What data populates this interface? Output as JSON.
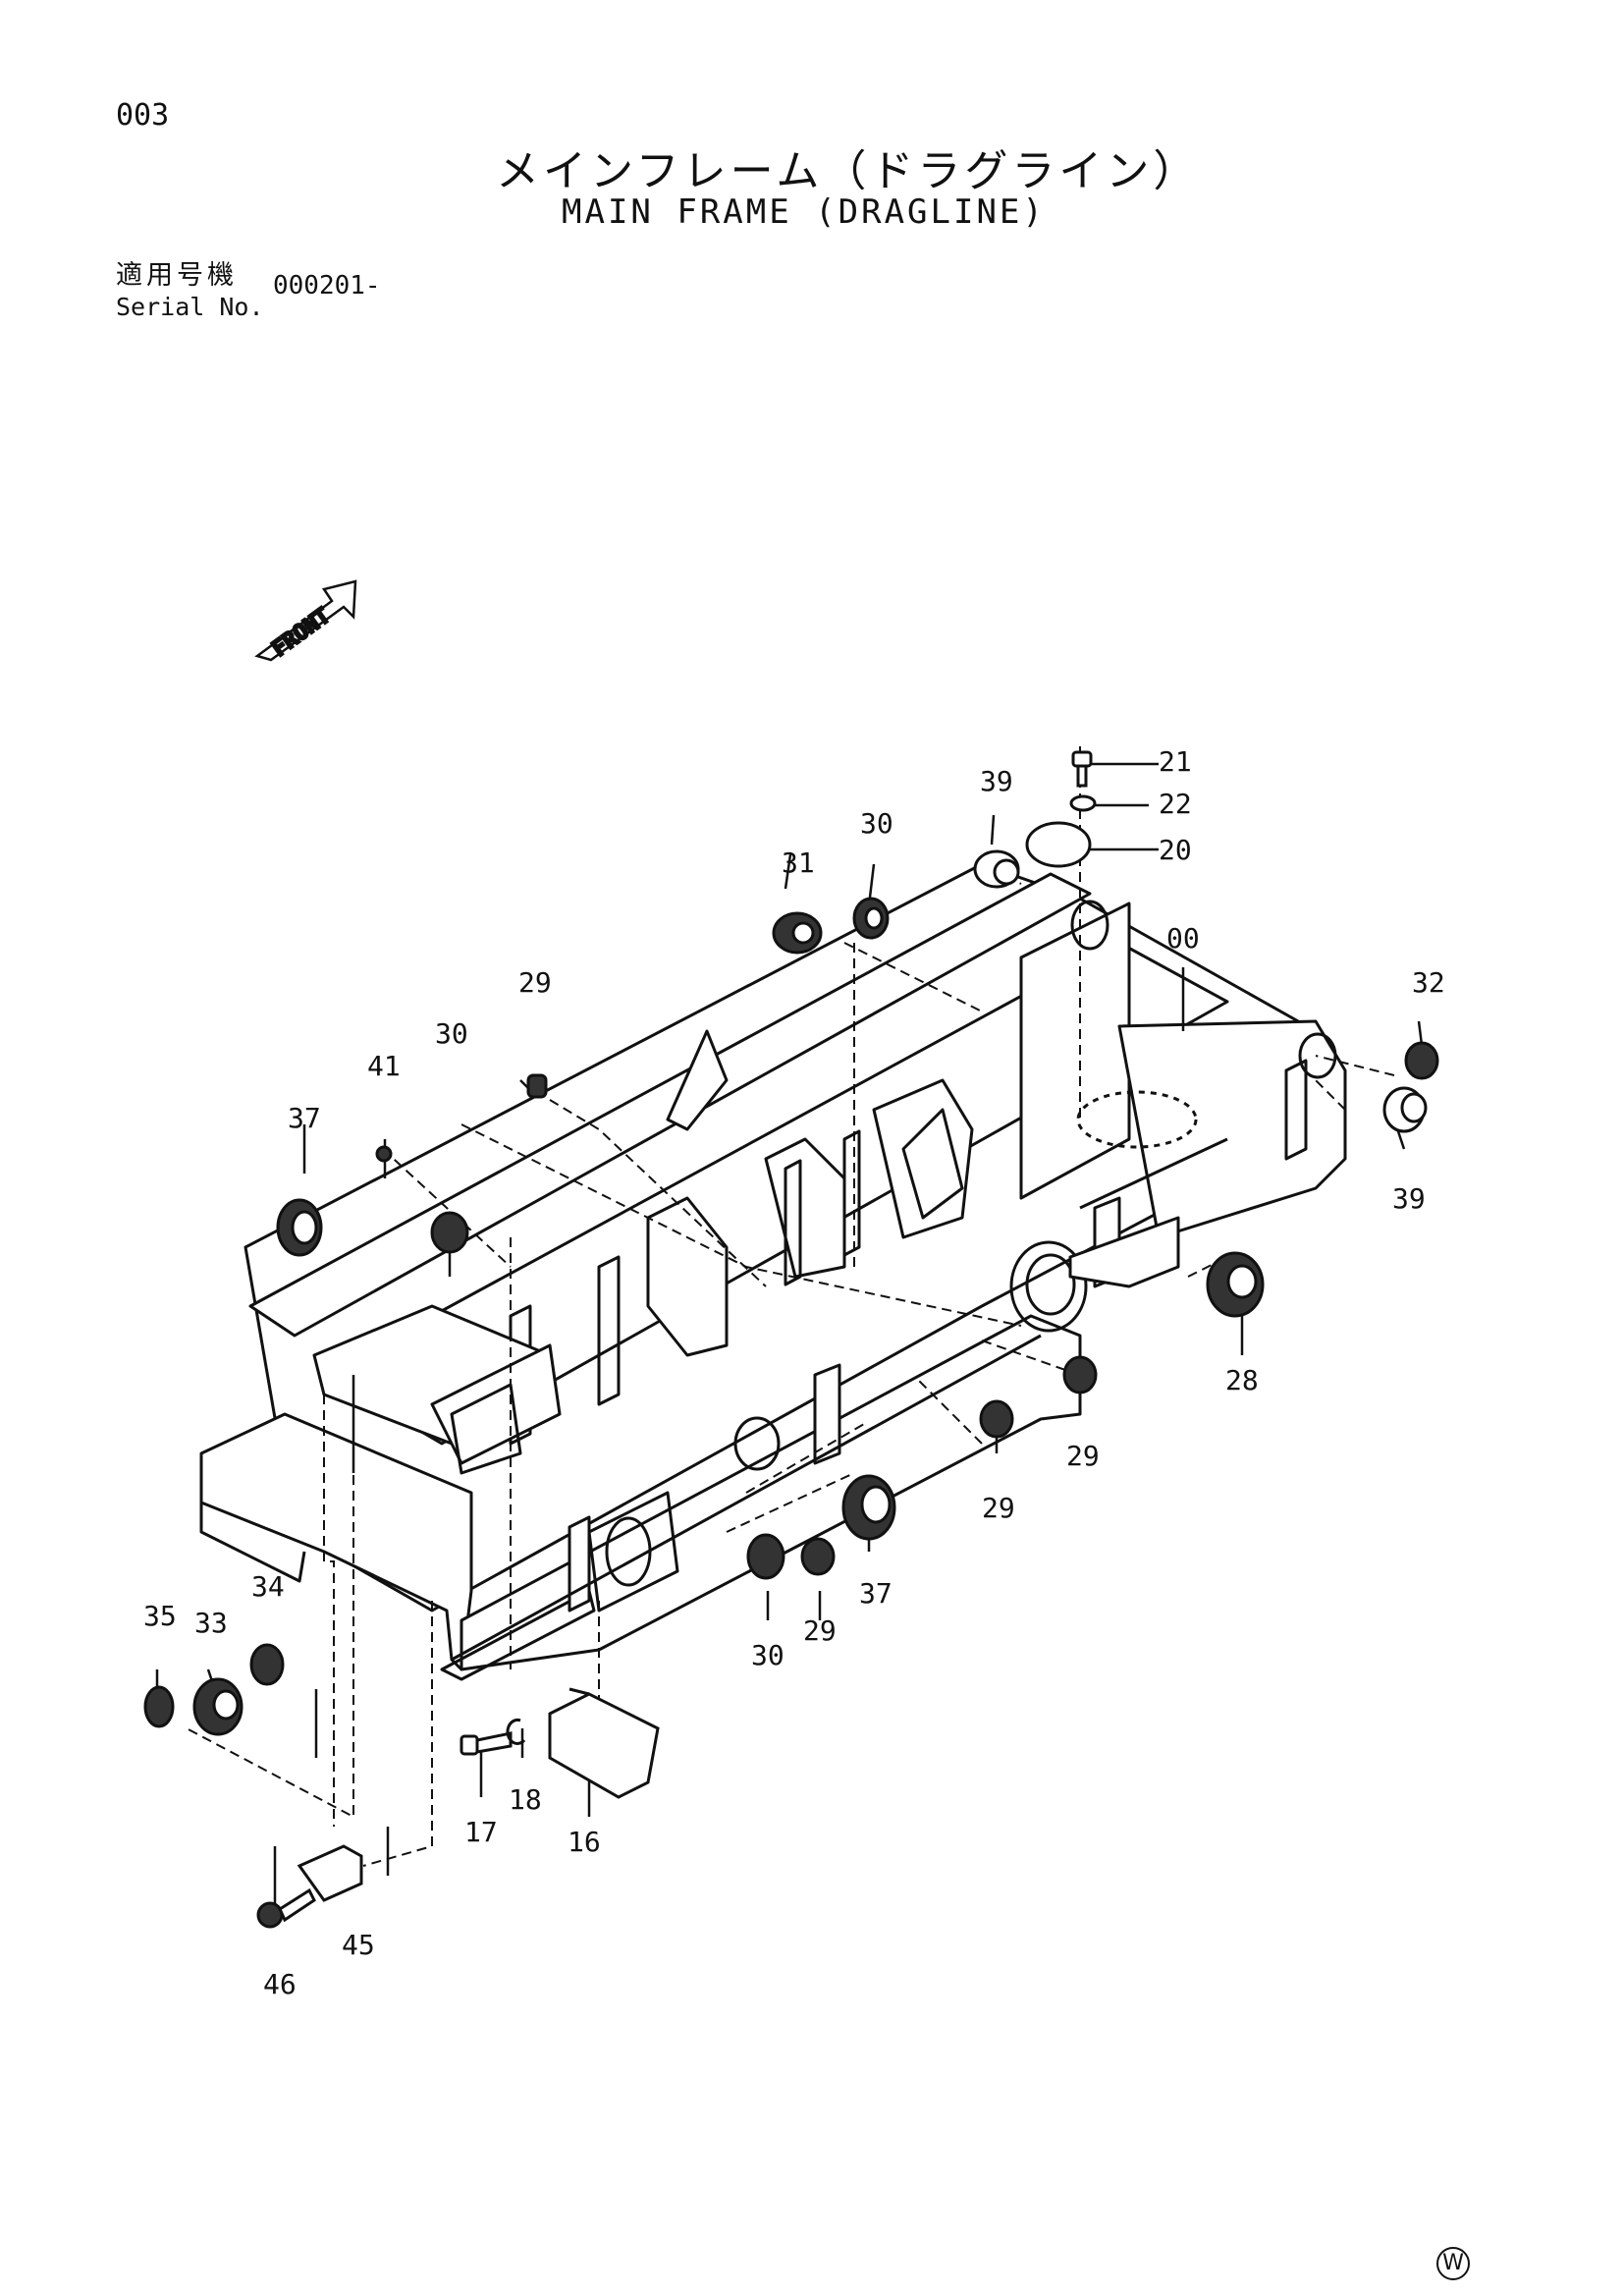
{
  "page_number": "003",
  "title": {
    "jp": "メインフレーム（ドラグライン）",
    "en": "MAIN FRAME (DRAGLINE)"
  },
  "serial": {
    "label_jp": "適用号機",
    "label_en": "Serial No.",
    "value": "000201-"
  },
  "front_label": "FRONT",
  "corner_mark": "W",
  "callouts": {
    "c00": "00",
    "c16": "16",
    "c17": "17",
    "c18": "18",
    "c20": "20",
    "c21": "21",
    "c22": "22",
    "c28": "28",
    "c29a": "29",
    "c29b": "29",
    "c29c": "29",
    "c29d": "29",
    "c30a": "30",
    "c30b": "30",
    "c30c": "30",
    "c31": "31",
    "c32": "32",
    "c33": "33",
    "c34": "34",
    "c35": "35",
    "c37a": "37",
    "c37b": "37",
    "c39a": "39",
    "c39b": "39",
    "c41": "41",
    "c45": "45",
    "c46": "46"
  }
}
